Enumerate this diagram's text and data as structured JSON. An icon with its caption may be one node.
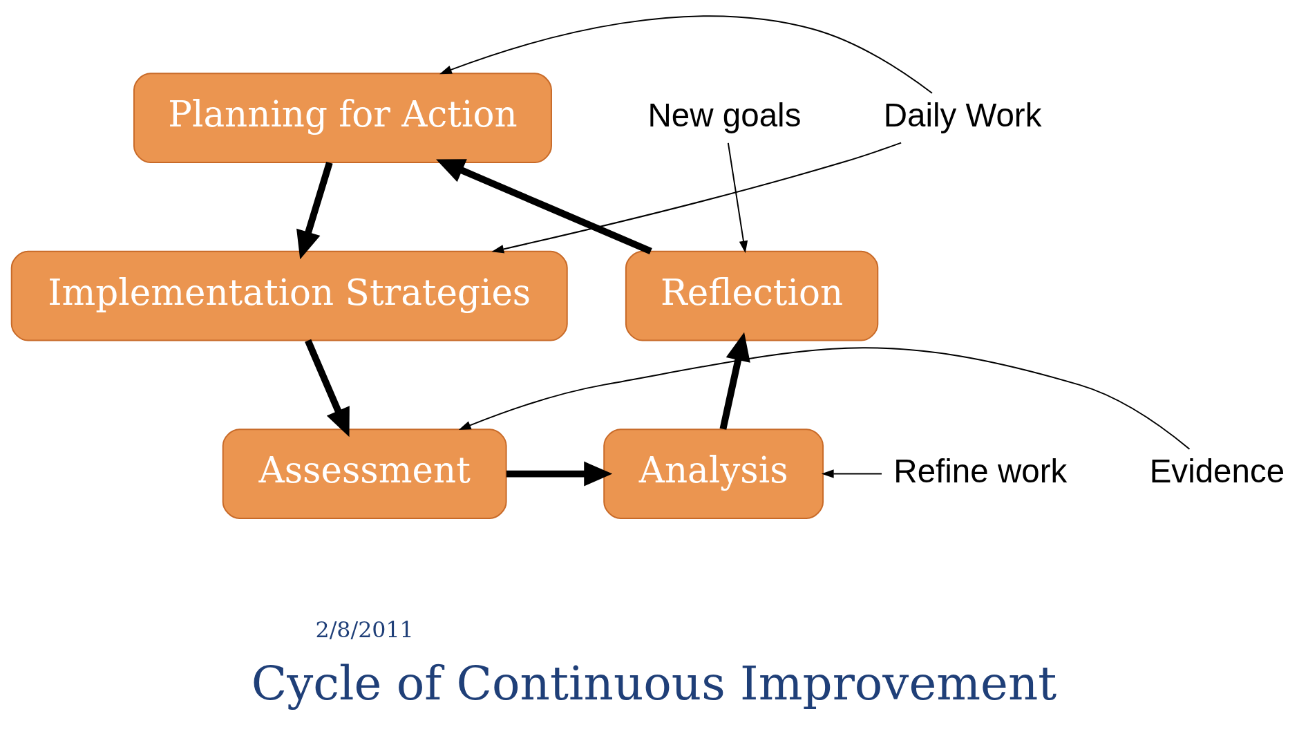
{
  "diagram": {
    "title": "Cycle of Continuous Improvement",
    "nodes": [
      {
        "text": [
          "Planning for Action"
        ]
      },
      {
        "text": [
          "Implementation Strategies"
        ]
      },
      {
        "text": [
          "Assessment"
        ]
      },
      {
        "text": [
          "Analysis"
        ]
      },
      {
        "text": [
          "Reflection"
        ]
      },
      {
        "text": [
          "New goals"
        ]
      },
      {
        "text": [
          "Daily Work"
        ]
      },
      {
        "text": [
          "Evidence"
        ]
      },
      {
        "text": [
          "Refine work"
        ]
      }
    ],
    "edges": [
      {
        "from": 0,
        "to": 1,
        "arrow": "to",
        "style": "thick"
      },
      {
        "from": 1,
        "to": 2,
        "arrow": "to",
        "style": "thick"
      },
      {
        "from": 2,
        "to": 3,
        "arrow": "to",
        "style": "thick"
      },
      {
        "from": 3,
        "to": 4,
        "arrow": "to",
        "style": "thick"
      },
      {
        "from": 4,
        "to": 0,
        "arrow": "to",
        "style": "thick"
      },
      {
        "from": 5,
        "to": 4,
        "arrow": "to"
      },
      {
        "from": 6,
        "to": 0,
        "arrow": "to"
      },
      {
        "from": 6,
        "to": 1,
        "arrow": "to"
      },
      {
        "from": 7,
        "to": 2,
        "arrow": "to"
      },
      {
        "from": 8,
        "to": 3,
        "arrow": "to"
      }
    ],
    "labels": [
      "2/8/2011"
    ]
  }
}
